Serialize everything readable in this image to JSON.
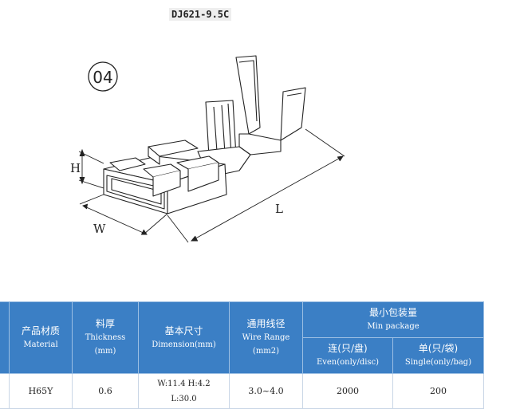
{
  "part_number": "DJ621-9.5C",
  "drawing": {
    "badge": "04",
    "label_h": "H",
    "label_w": "W",
    "label_l": "L"
  },
  "table": {
    "headers": {
      "material_zh": "产品材质",
      "material_en": "Material",
      "thickness_zh": "料厚",
      "thickness_en": "Thickness",
      "thickness_unit": "(mm)",
      "dimension_zh": "基本尺寸",
      "dimension_en": "Dimension(mm)",
      "wire_zh": "通用线径",
      "wire_en": "Wire Range",
      "wire_unit": "(mm2)",
      "minpack_zh": "最小包装量",
      "minpack_en": "Min package",
      "even_zh": "连(只/盘)",
      "even_en": "Even(only/disc)",
      "single_zh": "单(只/袋)",
      "single_en": "Single(only/bag)"
    },
    "row": {
      "material": "H65Y",
      "thickness": "0.6",
      "dimension_line1": "W:11.4 H:4.2",
      "dimension_line2": "L:30.0",
      "wire_range": "3.0~4.0",
      "even": "2000",
      "single": "200"
    }
  }
}
